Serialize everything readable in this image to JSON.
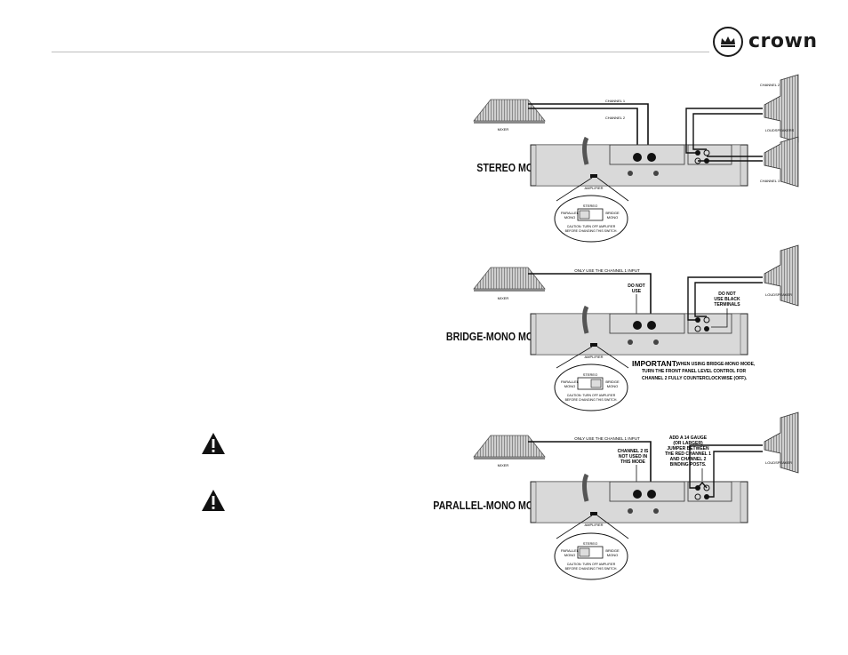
{
  "brand": {
    "name": "crown"
  },
  "stereo": {
    "title": "STEREO MODE",
    "mixer": "MIXER",
    "amplifier": "AMPLIFIER",
    "channel1_line": "CHANNEL 1",
    "channel2_line": "CHANNEL 2",
    "channel2_spk": "CHANNEL 2",
    "channel1_spk": "CHANNEL 1",
    "loudspeakers": "LOUDSPEAKERS",
    "switch": {
      "stereo": "STEREO",
      "parallel": "PARALLEL",
      "mono_left": "MONO",
      "bridge": "BRIDGE",
      "mono_right": "MONO",
      "caution1": "CAUTION: TURN OFF AMPLIFIER",
      "caution2": "BEFORE CHANGING THIS SWITCH."
    }
  },
  "bridge": {
    "title": "BRIDGE-MONO MODE",
    "mixer": "MIXER",
    "amplifier": "AMPLIFIER",
    "input_note": "ONLY USE THE CHANNEL 1 INPUT",
    "do_not_use_1": "DO NOT",
    "do_not_use_2": "USE",
    "black_1": "DO NOT",
    "black_2": "USE BLACK",
    "black_3": "TERMINALS",
    "loudspeaker": "LOUDSPEAKER",
    "important_label": "IMPORTANT:",
    "important_1": "WHEN USING BRIDGE-MONO MODE,",
    "important_2": "TURN THE FRONT PANEL LEVEL CONTROL FOR",
    "important_3": "CHANNEL 2 FULLY COUNTERCLOCKWISE (OFF).",
    "switch": {
      "stereo": "STEREO",
      "parallel": "PARALLEL",
      "mono_left": "MONO",
      "bridge": "BRIDGE",
      "mono_right": "MONO",
      "caution1": "CAUTION: TURN OFF AMPLIFIER",
      "caution2": "BEFORE CHANGING THIS SWITCH."
    }
  },
  "parallel": {
    "title": "PARALLEL-MONO MODE",
    "mixer": "MIXER",
    "amplifier": "AMPLIFIER",
    "input_note": "ONLY USE THE CHANNEL 1 INPUT",
    "ch2_note_1": "CHANNEL 2 IS",
    "ch2_note_2": "NOT USED IN",
    "ch2_note_3": "THIS MODE",
    "jumper_1": "ADD A 14 GAUGE",
    "jumper_2": "(OR LARGER)",
    "jumper_3": "JUMPER BETWEEN",
    "jumper_4": "THE RED CHANNEL 1",
    "jumper_5": "AND CHANNEL 2",
    "jumper_6": "BINDING POSTS.",
    "loudspeaker": "LOUDSPEAKER",
    "switch": {
      "stereo": "STEREO",
      "parallel": "PARALLEL",
      "mono_left": "MONO",
      "bridge": "BRIDGE",
      "mono_right": "MONO",
      "caution1": "CAUTION: TURN OFF AMPLIFIER",
      "caution2": "BEFORE CHANGING THIS SWITCH."
    }
  }
}
